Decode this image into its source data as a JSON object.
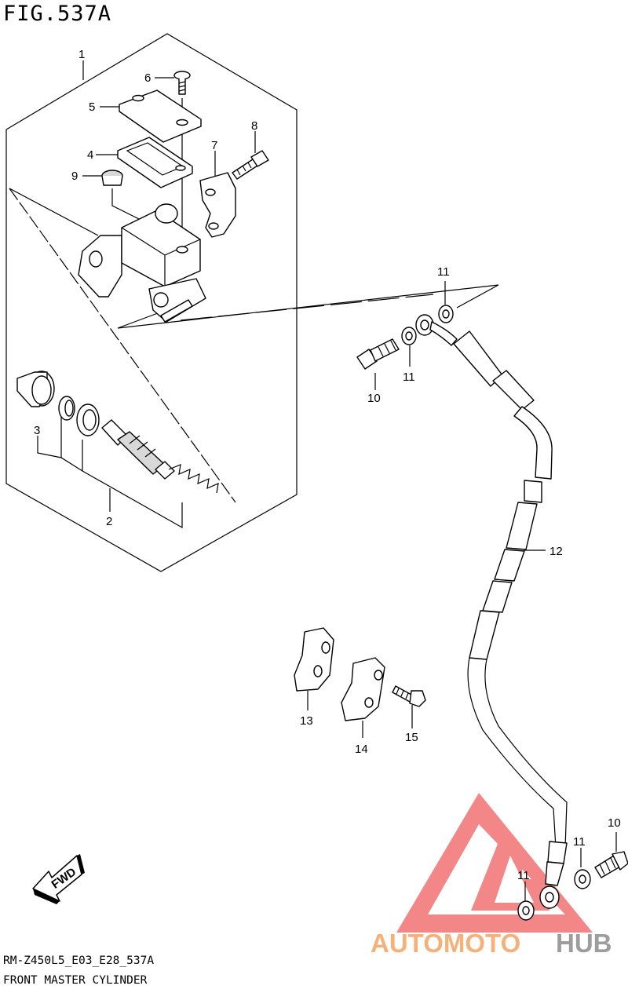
{
  "figure": {
    "title": "FIG.537A",
    "model_code": "RM-Z450L5_E03_E28_537A",
    "caption": "FRONT MASTER CYLINDER",
    "direction_label": "FWD"
  },
  "callouts": [
    {
      "id": "1",
      "label": "1"
    },
    {
      "id": "2",
      "label": "2"
    },
    {
      "id": "3",
      "label": "3"
    },
    {
      "id": "4",
      "label": "4"
    },
    {
      "id": "5",
      "label": "5"
    },
    {
      "id": "6",
      "label": "6"
    },
    {
      "id": "7",
      "label": "7"
    },
    {
      "id": "8",
      "label": "8"
    },
    {
      "id": "9",
      "label": "9"
    },
    {
      "id": "10a",
      "label": "10"
    },
    {
      "id": "11a",
      "label": "11"
    },
    {
      "id": "11b",
      "label": "11"
    },
    {
      "id": "12",
      "label": "12"
    },
    {
      "id": "13",
      "label": "13"
    },
    {
      "id": "14",
      "label": "14"
    },
    {
      "id": "15",
      "label": "15"
    },
    {
      "id": "10b",
      "label": "10"
    },
    {
      "id": "11c",
      "label": "11"
    },
    {
      "id": "11d",
      "label": "11"
    }
  ],
  "watermark": {
    "part1": "AUTOMOTO",
    "part2": "HUB",
    "color_part1": "#f4a462",
    "color_part2": "#8c8c8c",
    "logo_color": "#ee4a4a"
  }
}
